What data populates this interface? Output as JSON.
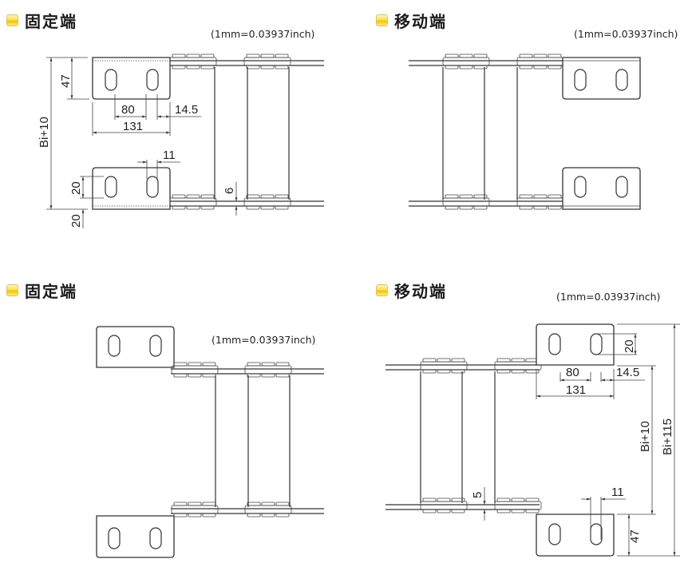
{
  "panels": [
    {
      "id": "top-left",
      "title": "固定端",
      "unit_note": "(1mm=0.03937inch)",
      "dimensions": {
        "total_height": "Bi+10",
        "bracket_height": "47",
        "hole_spacing": "80",
        "edge_offset": "14.5",
        "bracket_width": "131",
        "slot_width": "11",
        "slot_length": "20",
        "bottom_offset": "20",
        "rail_gap": "6"
      }
    },
    {
      "id": "top-right",
      "title": "移动端",
      "unit_note": "(1mm=0.03937inch)"
    },
    {
      "id": "bottom-left",
      "title": "固定端",
      "unit_note": "(1mm=0.03937inch)"
    },
    {
      "id": "bottom-right",
      "title": "移动端",
      "unit_note": "(1mm=0.03937inch)",
      "dimensions": {
        "slot_length": "20",
        "hole_spacing": "80",
        "edge_offset": "14.5",
        "bracket_width": "131",
        "inner_height": "Bi+10",
        "total_height": "Bi+115",
        "rail_gap": "5",
        "slot_width": "11",
        "bracket_height": "47"
      }
    }
  ],
  "colors": {
    "icon": "#ffe24a",
    "line": "#333333",
    "background": "#ffffff"
  }
}
